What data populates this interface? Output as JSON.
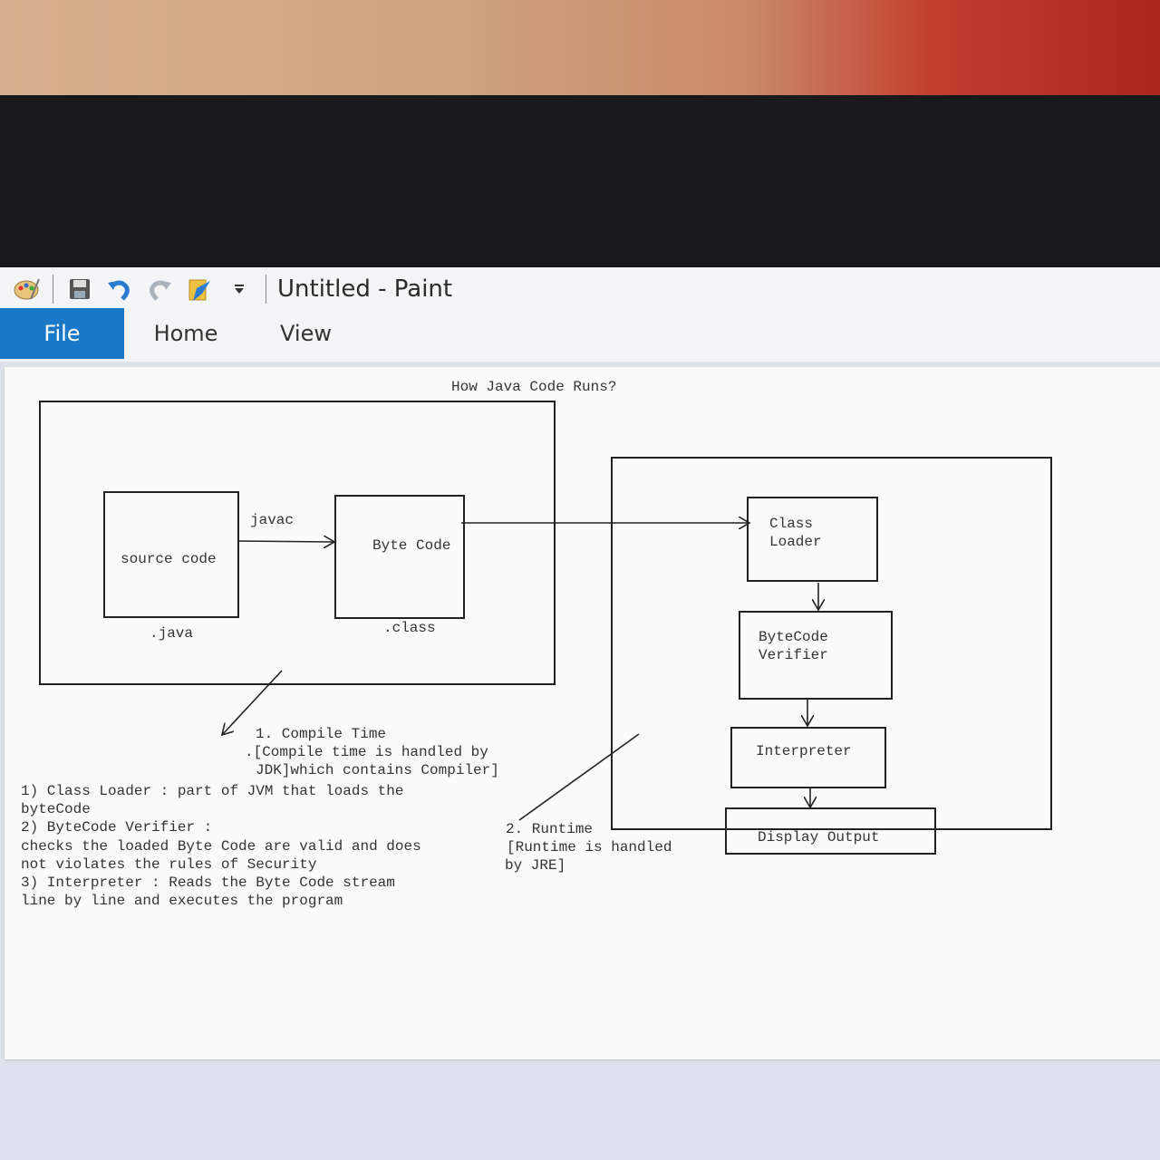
{
  "window": {
    "title": "Untitled - Paint"
  },
  "quick_access": {
    "icons": [
      "paint-app-icon",
      "save-icon",
      "undo-icon",
      "redo-icon",
      "customize-icon",
      "dropdown-arrow-icon"
    ]
  },
  "ribbon": {
    "tabs": [
      {
        "label": "File",
        "active": true
      },
      {
        "label": "Home",
        "active": false
      },
      {
        "label": "View",
        "active": false
      }
    ]
  },
  "drawing": {
    "heading": "How Java Code Runs?",
    "source_code_label": "source code",
    "javac_label": "javac",
    "byte_code_label": "Byte Code",
    "java_ext": ".java",
    "class_ext": ".class",
    "class_loader_lines": [
      "Class",
      "Loader"
    ],
    "bytecode_verifier_lines": [
      "ByteCode",
      "Verifier"
    ],
    "interpreter_label": "Interpreter",
    "display_output_label": "Display Output",
    "compile_time_lines": [
      "1. Compile Time",
      ".[Compile time is handled by",
      "JDK]which contains Compiler]"
    ],
    "runtime_lines": [
      "2. Runtime",
      "[Runtime is handled",
      "by JRE]"
    ],
    "notes_lines": [
      "1) Class Loader :  part of JVM that loads the",
      "byteCode",
      "2) ByteCode Verifier :",
      "checks the loaded Byte Code are valid and does",
      "not violates the rules of Security",
      "3) Interpreter :  Reads the Byte Code stream",
      "line by line and executes the program"
    ]
  },
  "colors": {
    "file_tab": "#1a78c8",
    "canvas": "#fbfbfc",
    "workspace": "#dde3ec"
  }
}
